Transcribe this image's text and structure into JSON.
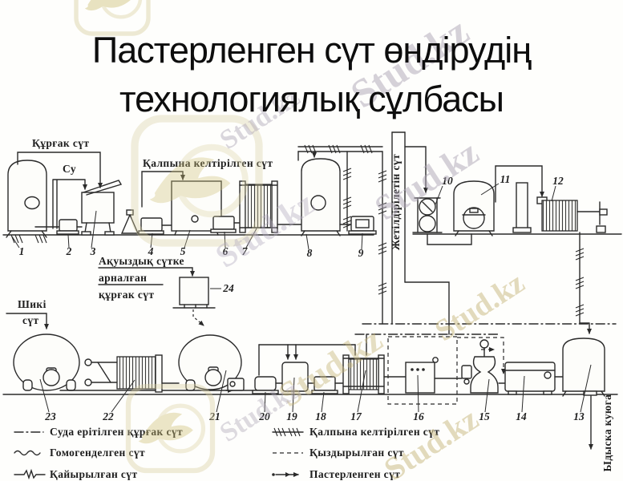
{
  "title": {
    "line1": "Пастерленген сүт өндірудің",
    "line2": "технологиялық сұлбасы"
  },
  "watermark": {
    "brand": "Stud.kz"
  },
  "diagram": {
    "labels": {
      "dry_milk": "Құрғак сүт",
      "water": "Су",
      "reconstituted_milk": "Қалпына келтірілген сүт",
      "protein_milk_line1": "Ақуыздық сүтке",
      "protein_milk_line2": "арналған",
      "protein_milk_line3": "құрғак сүт",
      "raw_milk_line1": "Шикі",
      "raw_milk_line2": "сүт",
      "maturing_milk_vertical": "Жетілдірілетін сүт",
      "to_filling_vertical": "Ыдыска куюга"
    },
    "numbers": {
      "n1": "1",
      "n2": "2",
      "n3": "3",
      "n4": "4",
      "n5": "5",
      "n6": "6",
      "n7": "7",
      "n8": "8",
      "n9": "9",
      "n10": "10",
      "n11": "11",
      "n12": "12",
      "n13": "13",
      "n14": "14",
      "n15": "15",
      "n16": "16",
      "n17": "17",
      "n18": "18",
      "n19": "19",
      "n20": "20",
      "n21": "21",
      "n22": "22",
      "n23": "23",
      "n24": "24"
    }
  },
  "legend": {
    "left": [
      {
        "style": "dash-dot",
        "label": "Суда ерітілген құрғак сүт"
      },
      {
        "style": "wavy",
        "label": "Гомогенделген сүт"
      },
      {
        "style": "zigzag",
        "label": "Қайырылған сүт"
      }
    ],
    "right": [
      {
        "style": "hatched",
        "label": "Қалпына келтірілген сүт"
      },
      {
        "style": "dashed",
        "label": "Қыздырылған сүт"
      },
      {
        "style": "arrow",
        "label": "Пастерленген сүт"
      }
    ]
  },
  "colors": {
    "ink": "#2a2a2a",
    "watermark_gray": "#aea6b6",
    "watermark_tan": "#c8b87e"
  }
}
